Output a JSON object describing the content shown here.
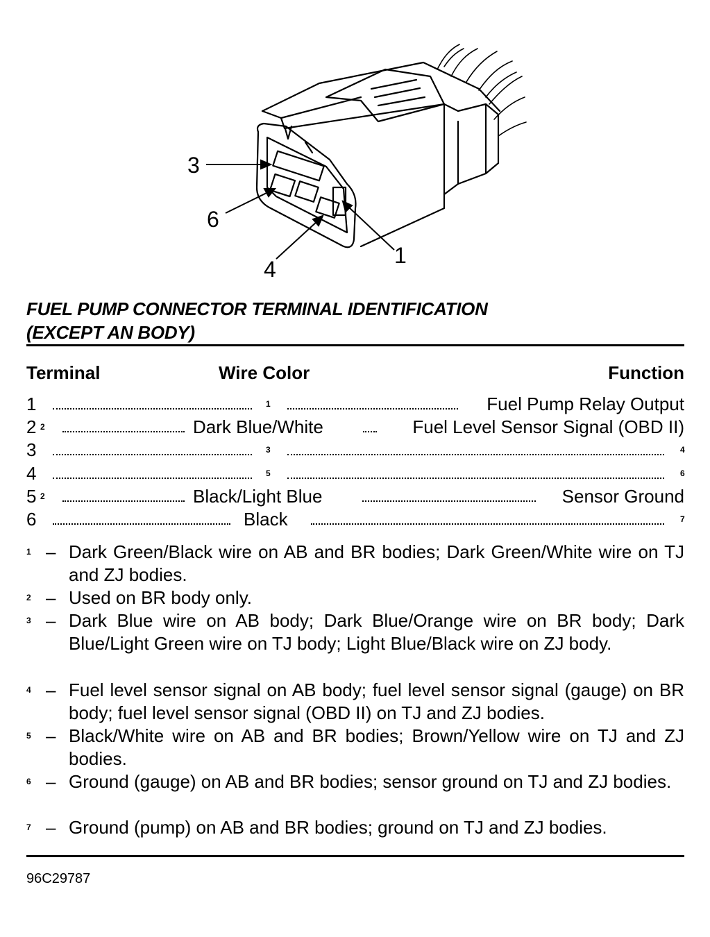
{
  "callouts": {
    "c1": "1",
    "c3": "3",
    "c4": "4",
    "c6": "6"
  },
  "title": {
    "line1": "FUEL PUMP CONNECTOR TERMINAL IDENTIFICATION",
    "line2": "(EXCEPT AN BODY)"
  },
  "headers": {
    "terminal": "Terminal",
    "wire_color": "Wire Color",
    "function": "Function"
  },
  "rows": [
    {
      "terminal": "1",
      "terminal_note": "",
      "wire_color": "",
      "wire_note": "1",
      "function": "Fuel Pump Relay Output",
      "function_note": ""
    },
    {
      "terminal": "2",
      "terminal_note": "2",
      "wire_color": "Dark Blue/White",
      "wire_note": "",
      "function": "Fuel Level Sensor Signal (OBD II)",
      "function_note": ""
    },
    {
      "terminal": "3",
      "terminal_note": "",
      "wire_color": "",
      "wire_note": "3",
      "function": "",
      "function_note": "4"
    },
    {
      "terminal": "4",
      "terminal_note": "",
      "wire_color": "",
      "wire_note": "5",
      "function": "",
      "function_note": "6"
    },
    {
      "terminal": "5",
      "terminal_note": "2",
      "wire_color": "Black/Light Blue",
      "wire_note": "",
      "function": "Sensor Ground",
      "function_note": ""
    },
    {
      "terminal": "6",
      "terminal_note": "",
      "wire_color": "Black",
      "wire_note": "",
      "function": "",
      "function_note": "7"
    }
  ],
  "footnotes": [
    {
      "mark": "1",
      "dash": "–",
      "text": "Dark Green/Black wire on AB and BR bodies; Dark Green/White wire on TJ and ZJ bodies."
    },
    {
      "mark": "2",
      "dash": "–",
      "text": "Used on BR body only."
    },
    {
      "mark": "3",
      "dash": "–",
      "text": "Dark Blue wire on AB body; Dark Blue/Orange wire on BR body; Dark Blue/Light Green wire on TJ body; Light Blue/Black wire on ZJ body."
    },
    {
      "mark": "4",
      "dash": "–",
      "text": "Fuel level sensor signal on AB body; fuel level sensor signal (gauge) on BR body; fuel level sensor signal (OBD II) on TJ and ZJ bodies."
    },
    {
      "mark": "5",
      "dash": "–",
      "text": "Black/White wire on AB and BR bodies; Brown/Yellow wire on TJ and ZJ bodies."
    },
    {
      "mark": "6",
      "dash": "–",
      "text": "Ground (gauge) on AB and BR bodies; sensor ground on TJ and ZJ bodies."
    },
    {
      "mark": "7",
      "dash": "–",
      "text": "Ground (pump) on AB and BR bodies; ground on TJ and ZJ bodies."
    }
  ],
  "figure_id": "96C29787"
}
